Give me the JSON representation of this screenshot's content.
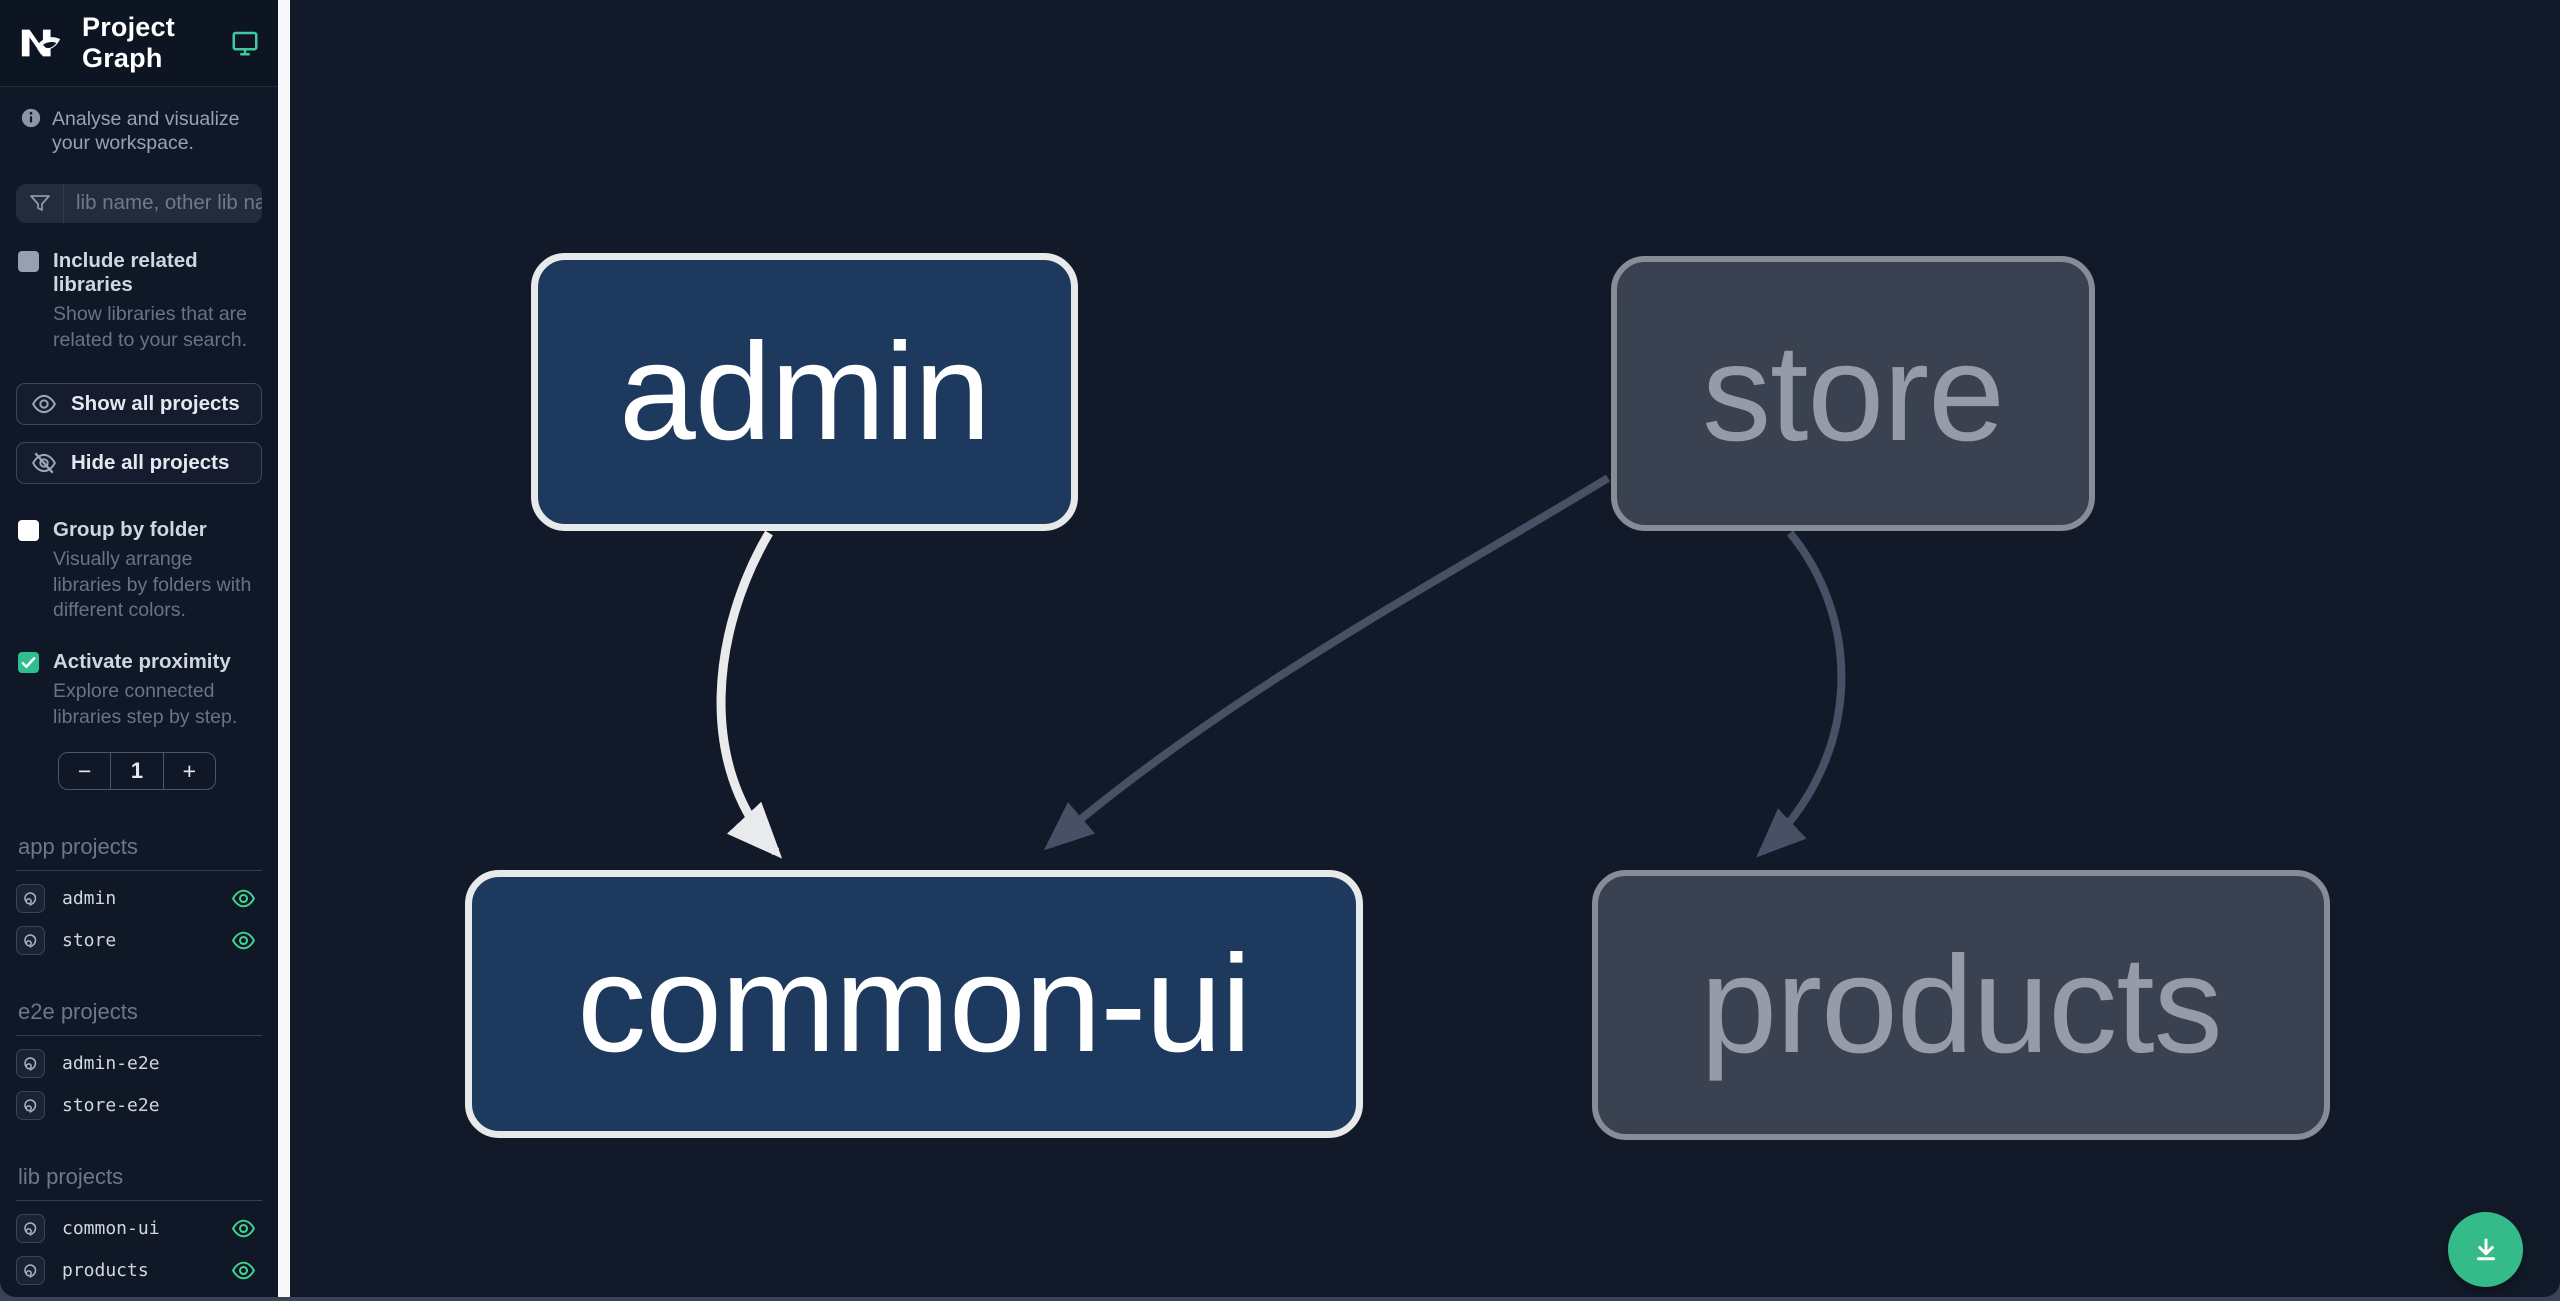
{
  "header": {
    "title": "Project Graph"
  },
  "sidebar": {
    "tagline": "Analyse and visualize your workspace.",
    "search": {
      "placeholder": "lib name, other lib name"
    },
    "checkboxes": {
      "include_related": {
        "label": "Include related libraries",
        "description": "Show libraries that are related to your search.",
        "checked": false
      },
      "group_by_folder": {
        "label": "Group by folder",
        "description": "Visually arrange libraries by folders with different colors.",
        "checked": false
      },
      "activate_proximity": {
        "label": "Activate proximity",
        "description": "Explore connected libraries step by step.",
        "checked": true
      }
    },
    "buttons": {
      "show_all": "Show all projects",
      "hide_all": "Hide all projects"
    },
    "proximity_stepper": {
      "decrement": "−",
      "value": "1",
      "increment": "+"
    },
    "sections": [
      {
        "title": "app projects",
        "items": [
          {
            "label": "admin",
            "visible_eye": true
          },
          {
            "label": "store",
            "visible_eye": true
          }
        ]
      },
      {
        "title": "e2e projects",
        "items": [
          {
            "label": "admin-e2e",
            "visible_eye": false
          },
          {
            "label": "store-e2e",
            "visible_eye": false
          }
        ]
      },
      {
        "title": "lib projects",
        "items": [
          {
            "label": "common-ui",
            "visible_eye": true
          },
          {
            "label": "products",
            "visible_eye": true
          }
        ]
      }
    ]
  },
  "graph": {
    "nodes": [
      {
        "label": "admin",
        "state": "focused"
      },
      {
        "label": "store",
        "state": "dimmed"
      },
      {
        "label": "common-ui",
        "state": "focused"
      },
      {
        "label": "products",
        "state": "dimmed"
      }
    ],
    "edges": [
      {
        "from": "admin",
        "to": "common-ui",
        "state": "focused"
      },
      {
        "from": "store",
        "to": "common-ui",
        "state": "dimmed"
      },
      {
        "from": "store",
        "to": "products",
        "state": "dimmed"
      }
    ]
  },
  "icons": {
    "logo": "nx-logo",
    "header_right": "monitor-icon",
    "tagline": "info-icon",
    "search": "funnel-icon",
    "show_all": "eye-icon",
    "hide_all": "eye-off-icon",
    "project_row": "project-icon",
    "row_visibility": "eye-icon",
    "fab": "download-icon"
  },
  "colors": {
    "accent_teal": "#35bb89",
    "node_focused_fill": "#1d3a5e",
    "node_focused_border": "#e8e9eb",
    "node_dimmed_fill": "#3a4150",
    "node_dimmed_border": "#878d97",
    "edge_focused": "#e9eaec",
    "edge_dimmed": "#475065",
    "canvas_bg": "#121a29",
    "sidebar_bg": "#101726"
  }
}
